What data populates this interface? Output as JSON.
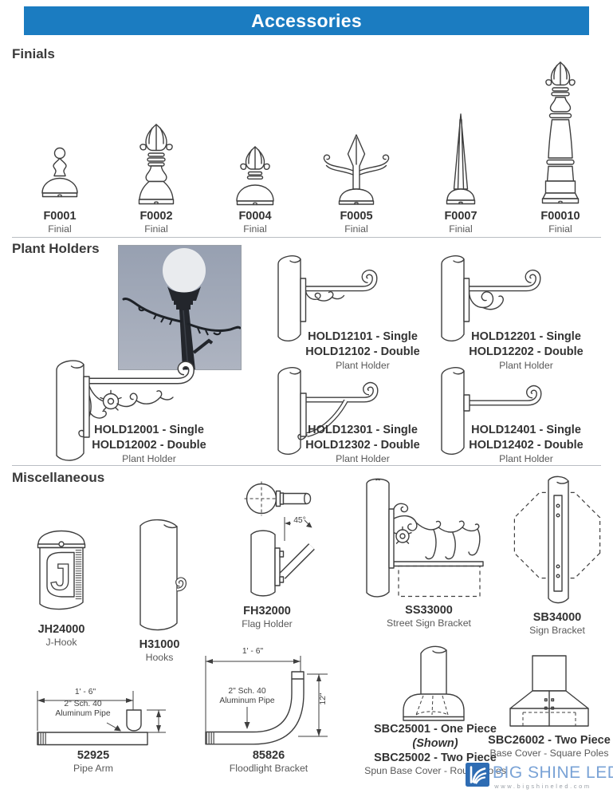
{
  "header": {
    "title": "Accessories"
  },
  "colors": {
    "header_bg": "#1b7cc1",
    "logo_blue": "#2e6cb3",
    "brand_text": "#7aa3d6"
  },
  "finials": {
    "heading": "Finials",
    "items": [
      {
        "code": "F0001",
        "desc": "Finial"
      },
      {
        "code": "F0002",
        "desc": "Finial"
      },
      {
        "code": "F0004",
        "desc": "Finial"
      },
      {
        "code": "F0005",
        "desc": "Finial"
      },
      {
        "code": "F0007",
        "desc": "Finial"
      },
      {
        "code": "F00010",
        "desc": "Finial"
      }
    ]
  },
  "plant_holders": {
    "heading": "Plant Holders",
    "items": [
      {
        "line1": "HOLD12001 - Single",
        "line2": "HOLD12002 - Double",
        "desc": "Plant Holder"
      },
      {
        "line1": "HOLD12101 - Single",
        "line2": "HOLD12102 - Double",
        "desc": "Plant Holder"
      },
      {
        "line1": "HOLD12201 - Single",
        "line2": "HOLD12202 - Double",
        "desc": "Plant Holder"
      },
      {
        "line1": "HOLD12301 - Single",
        "line2": "HOLD12302 - Double",
        "desc": "Plant Holder"
      },
      {
        "line1": "HOLD12401 - Single",
        "line2": "HOLD12402 - Double",
        "desc": "Plant Holder"
      }
    ]
  },
  "misc": {
    "heading": "Miscellaneous",
    "jhook": {
      "code": "JH24000",
      "desc": "J-Hook",
      "glyph": "J"
    },
    "hooks": {
      "code": "H31000",
      "desc": "Hooks"
    },
    "flag": {
      "code": "FH32000",
      "desc": "Flag Holder",
      "angle": "45°"
    },
    "street_sign": {
      "code": "SS33000",
      "desc": "Street Sign Bracket"
    },
    "sign": {
      "code": "SB34000",
      "desc": "Sign Bracket"
    },
    "pipe_arm": {
      "code": "52925",
      "desc": "Pipe Arm",
      "length": "1' - 6\"",
      "note1": "2\" Sch. 40",
      "note2": "Aluminum Pipe"
    },
    "floodlight": {
      "code": "85826",
      "desc": "Floodlight Bracket",
      "length": "1' - 6\"",
      "note1": "2\" Sch. 40",
      "note2": "Aluminum Pipe",
      "height": "12\""
    },
    "base_round": {
      "line1": "SBC25001 - One Piece",
      "shown": "(Shown)",
      "line2": "SBC25002 - Two Piece",
      "desc": "Spun Base Cover - Round Poles"
    },
    "base_square": {
      "line1": "SBC26002 - Two Piece",
      "desc": "Base Cover - Square Poles"
    }
  },
  "footer": {
    "brand": "BIG SHINE LED",
    "website": "www.bigshineled.com"
  }
}
